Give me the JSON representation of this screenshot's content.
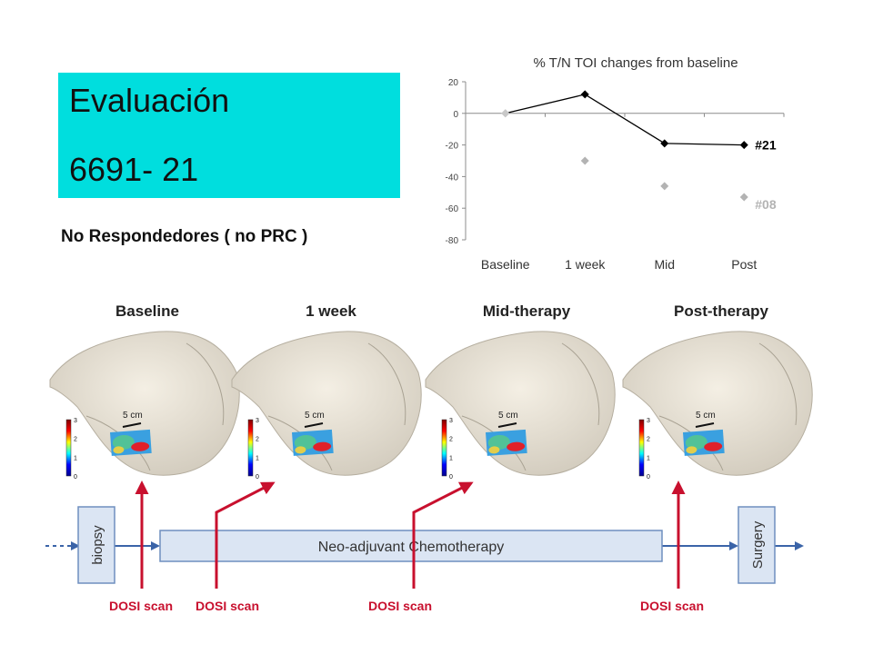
{
  "slide": {
    "title_line1": "Evaluación",
    "title_line2": "6691- 21",
    "subtitle": "No Respondedores ( no PRC )"
  },
  "chart_data": {
    "type": "line",
    "title": "% T/N TOI changes from baseline",
    "categories": [
      "Baseline",
      "1 week",
      "Mid",
      "Post"
    ],
    "ylim": [
      -80,
      20
    ],
    "yticks": [
      20,
      0,
      -20,
      -40,
      -60,
      -80
    ],
    "grid": false,
    "series": [
      {
        "name": "#21",
        "values": [
          0,
          12,
          -19,
          -20
        ],
        "color": "#000000",
        "line": true
      },
      {
        "name": "#08",
        "values": [
          0,
          -30,
          -46,
          -53
        ],
        "color": "#b3b3b3",
        "line": false
      }
    ]
  },
  "figure": {
    "stage_labels": [
      "Baseline",
      "1 week",
      "Mid-therapy",
      "Post-therapy"
    ],
    "scale_label": "5 cm",
    "colorbar_ticks": [
      "3",
      "2",
      "1",
      "0"
    ],
    "timeline": {
      "biopsy": "biopsy",
      "chemo": "Neo-adjuvant Chemotherapy",
      "surgery": "Surgery"
    },
    "scan_label": "DOSI scan"
  }
}
